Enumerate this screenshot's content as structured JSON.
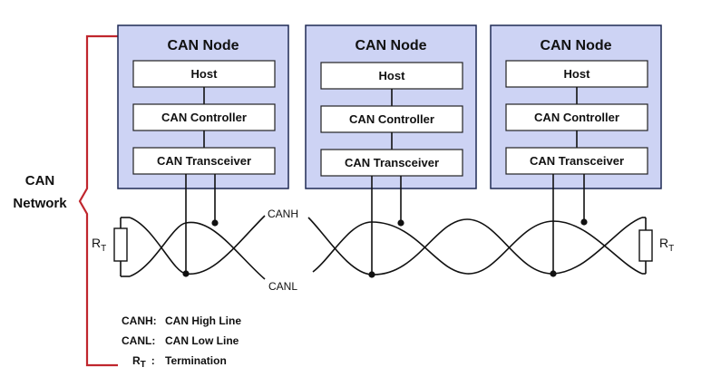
{
  "nodes": [
    {
      "title": "CAN Node",
      "host": "Host",
      "controller": "CAN Controller",
      "transceiver": "CAN Transceiver"
    },
    {
      "title": "CAN Node",
      "host": "Host",
      "controller": "CAN Controller",
      "transceiver": "CAN Transceiver"
    },
    {
      "title": "CAN Node",
      "host": "Host",
      "controller": "CAN Controller",
      "transceiver": "CAN Transceiver"
    }
  ],
  "network": {
    "line1": "CAN",
    "line2": "Network"
  },
  "bus": {
    "high": "CANH",
    "low": "CANL"
  },
  "termination": {
    "main": "R",
    "sub": "T"
  },
  "legend": {
    "canh": {
      "key": "CANH:",
      "desc": "CAN High Line"
    },
    "canl": {
      "key": "CANL:",
      "desc": "CAN Low Line"
    },
    "rt": {
      "main": "R",
      "sub": "T",
      "sep": ":",
      "desc": "Termination"
    }
  },
  "colors": {
    "node_fill": "#cdd3f4",
    "bracket": "#c0262d"
  }
}
